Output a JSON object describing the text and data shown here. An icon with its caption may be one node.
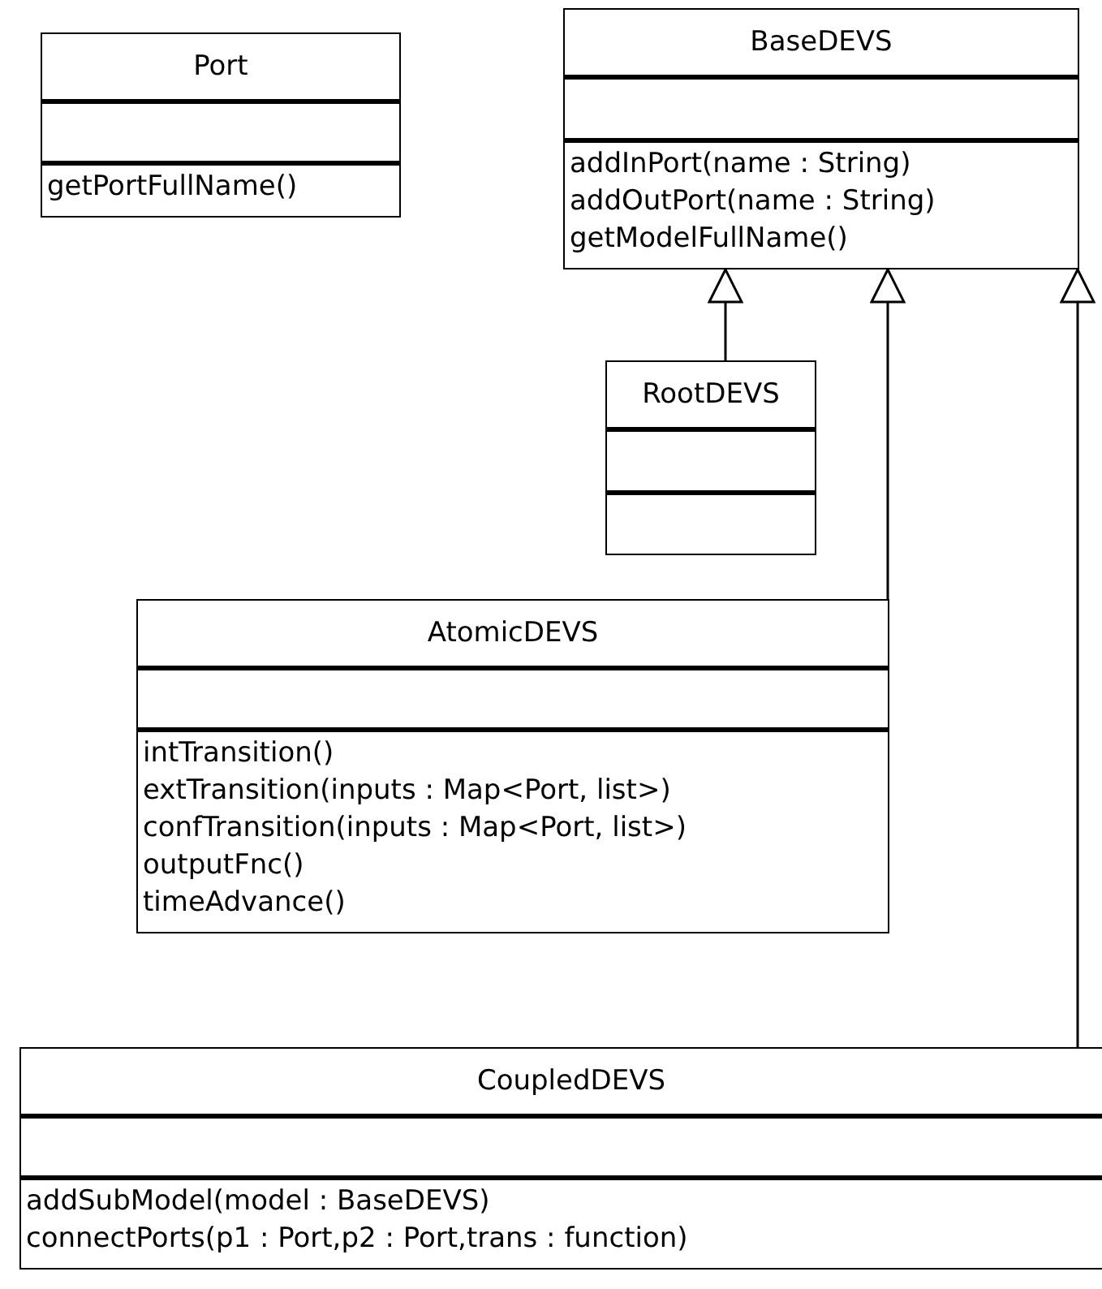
{
  "diagram": {
    "nodes": [
      {
        "text": [
          "Port",
          "getPortFullName()"
        ]
      },
      {
        "text": [
          "BaseDEVS",
          "addInPort(name : String)",
          "addOutPort(name : String)",
          "getModelFullName()"
        ]
      },
      {
        "text": [
          "RootDEVS"
        ]
      },
      {
        "text": [
          "AtomicDEVS",
          "intTransition()",
          "extTransition(inputs : Map<Port, list>)",
          "confTransition(inputs : Map<Port, list>)",
          "outputFnc()",
          "timeAdvance()"
        ]
      },
      {
        "text": [
          "CoupledDEVS",
          "addSubModel(model : BaseDEVS)",
          "connectPorts(p1 : Port,p2 : Port,trans : function)"
        ]
      }
    ],
    "edges": [
      {
        "from": 2,
        "to": 1,
        "arrow": "to"
      },
      {
        "from": 3,
        "to": 1,
        "arrow": "to"
      },
      {
        "from": 4,
        "to": 1,
        "arrow": "to"
      }
    ]
  }
}
